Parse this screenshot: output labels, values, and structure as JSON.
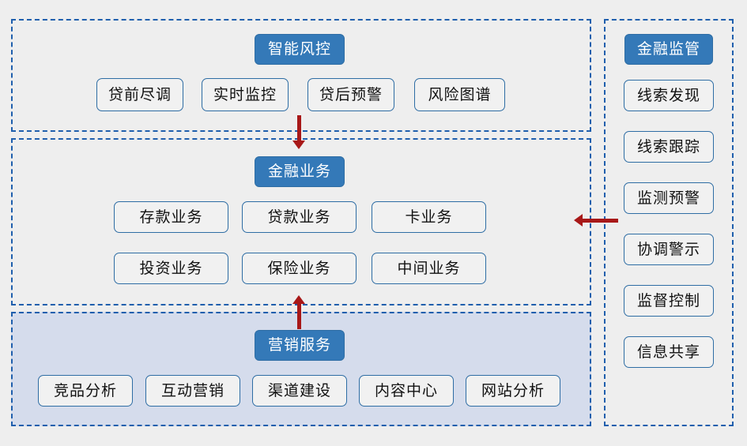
{
  "background_color": "#eeeeee",
  "colors": {
    "badge_fill": "#3479b8",
    "badge_text": "#ffffff",
    "box_border": "#2e6da4",
    "box_fill": "#f1f1f1",
    "group_border": "#1f5fad",
    "marketing_group_fill": "#d5dcec",
    "arrow": "#a81818"
  },
  "groups": {
    "risk_control": {
      "header": "智能风控",
      "items": [
        "贷前尽调",
        "实时监控",
        "贷后预警",
        "风险图谱"
      ]
    },
    "financial_business": {
      "header": "金融业务",
      "items_row1": [
        "存款业务",
        "贷款业务",
        "卡业务"
      ],
      "items_row2": [
        "投资业务",
        "保险业务",
        "中间业务"
      ]
    },
    "marketing_service": {
      "header": "营销服务",
      "items": [
        "竞品分析",
        "互动营销",
        "渠道建设",
        "内容中心",
        "网站分析"
      ]
    },
    "financial_regulation": {
      "header": "金融监管",
      "items": [
        "线索发现",
        "线索跟踪",
        "监测预警",
        "协调警示",
        "监督控制",
        "信息共享"
      ]
    }
  },
  "arrows": [
    {
      "name": "risk-to-business",
      "direction": "down"
    },
    {
      "name": "marketing-to-business",
      "direction": "up"
    },
    {
      "name": "regulation-to-business",
      "direction": "left"
    }
  ]
}
